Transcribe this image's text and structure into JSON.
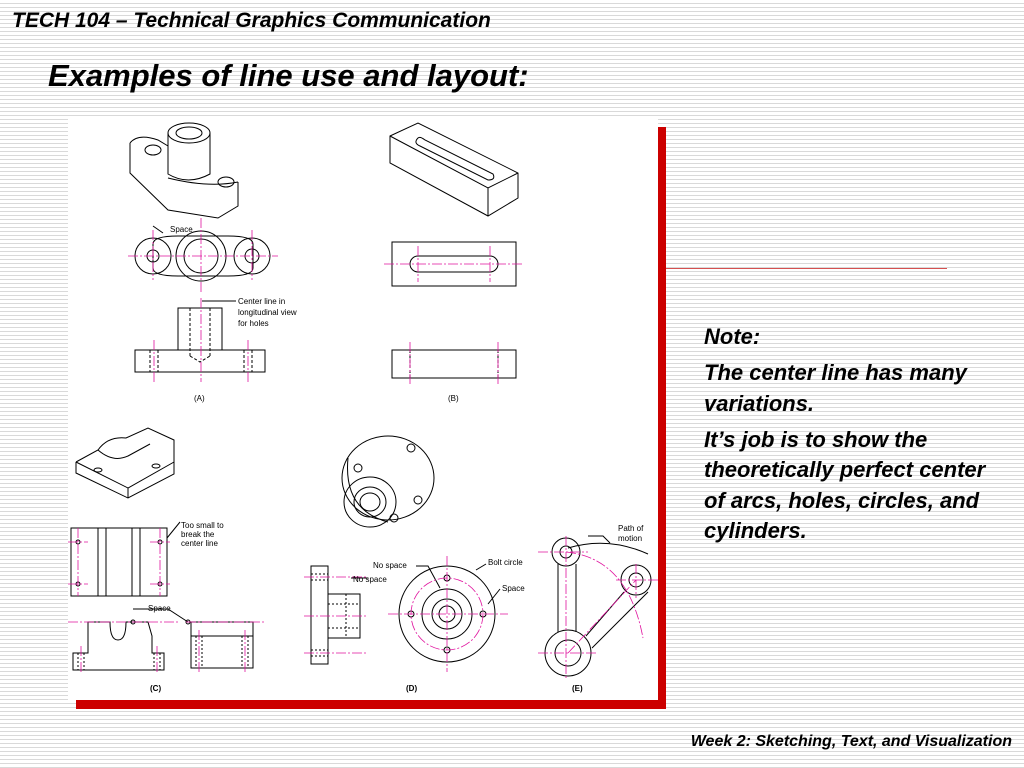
{
  "header": {
    "course_title": "TECH 104 – Technical Graphics Communication"
  },
  "slide": {
    "title": "Examples of line use and layout:"
  },
  "notes": {
    "heading": "Note:",
    "paragraph1": "The center line has many variations.",
    "paragraph2": "It’s job is to show the theoretically perfect center of arcs, holes, circles, and cylinders."
  },
  "figure": {
    "label_a": "(A)",
    "label_b": "(B)",
    "label_c": "(C)",
    "label_d": "(D)",
    "label_e": "(E)",
    "a_space": "Space",
    "a_center_line_1": "Center line in",
    "a_center_line_2": "longitudinal view",
    "a_center_line_3": "for holes",
    "c_too_small_1": "Too small to",
    "c_too_small_2": "break the",
    "c_too_small_3": "center line",
    "c_space": "Space",
    "d_no_space_1": "No space",
    "d_no_space_2": "No space",
    "d_bolt_circle": "Bolt circle",
    "d_space": "Space",
    "e_path_1": "Path of",
    "e_path_2": "motion"
  },
  "footer": {
    "text": "Week 2: Sketching, Text, and Visualization"
  },
  "colors": {
    "accent_red": "#cc0000",
    "center_line": "#e0139e"
  }
}
